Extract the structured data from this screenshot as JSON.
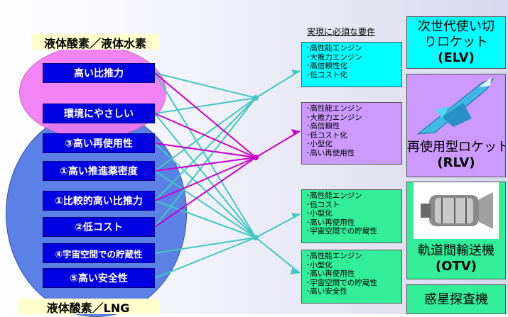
{
  "propellants": {
    "top_label": "液体酸素／液体水素",
    "bottom_label": "液体酸素／LNG",
    "properties": [
      "高い比推力",
      "環境にやさしい",
      "③高い再使用性",
      "①高い推進薬密度",
      "①比較的高い比推力",
      "②低コスト",
      "④宇宙空間での貯蔵性",
      "⑤高い安全性"
    ]
  },
  "requirements": {
    "header": "実現に必須な要件",
    "groups": [
      {
        "items": [
          "･高性能エンジン",
          "･大推力エンジン",
          "･高信頼性化",
          "･低コスト化"
        ]
      },
      {
        "items": [
          "･高性能エンジン",
          "･大推力エンジン",
          "･高信頼性",
          "･低コスト化",
          "･小型化",
          "･高い再使用性"
        ]
      },
      {
        "items": [
          "･高性能エンジン",
          "･低コスト",
          "･小型化",
          "･高い再使用性",
          "･宇宙空間での貯蔵性"
        ]
      },
      {
        "items": [
          "･高性能エンジン",
          "･小型化",
          "･高い再使用性",
          "･宇宙空間での貯蔵性",
          "･高い安全性"
        ]
      }
    ]
  },
  "vehicles": [
    {
      "name_l1": "次世代使い切",
      "name_l2": "りロケット",
      "abbr": "(ELV)"
    },
    {
      "name_l1": "再使用型ロケット",
      "abbr": "(RLV)"
    },
    {
      "name_l1": "軌道間輸送機",
      "abbr": "(OTV)"
    },
    {
      "name_l1": "惑星探査機"
    }
  ],
  "colors": {
    "cyan": "#00ffff",
    "violet": "#cc99ff",
    "green": "#33ee99",
    "prop_blue": "#0000e0",
    "label_yellow": "#ffffcc",
    "line_teal": "#40c8c0",
    "line_magenta": "#cc00cc"
  }
}
